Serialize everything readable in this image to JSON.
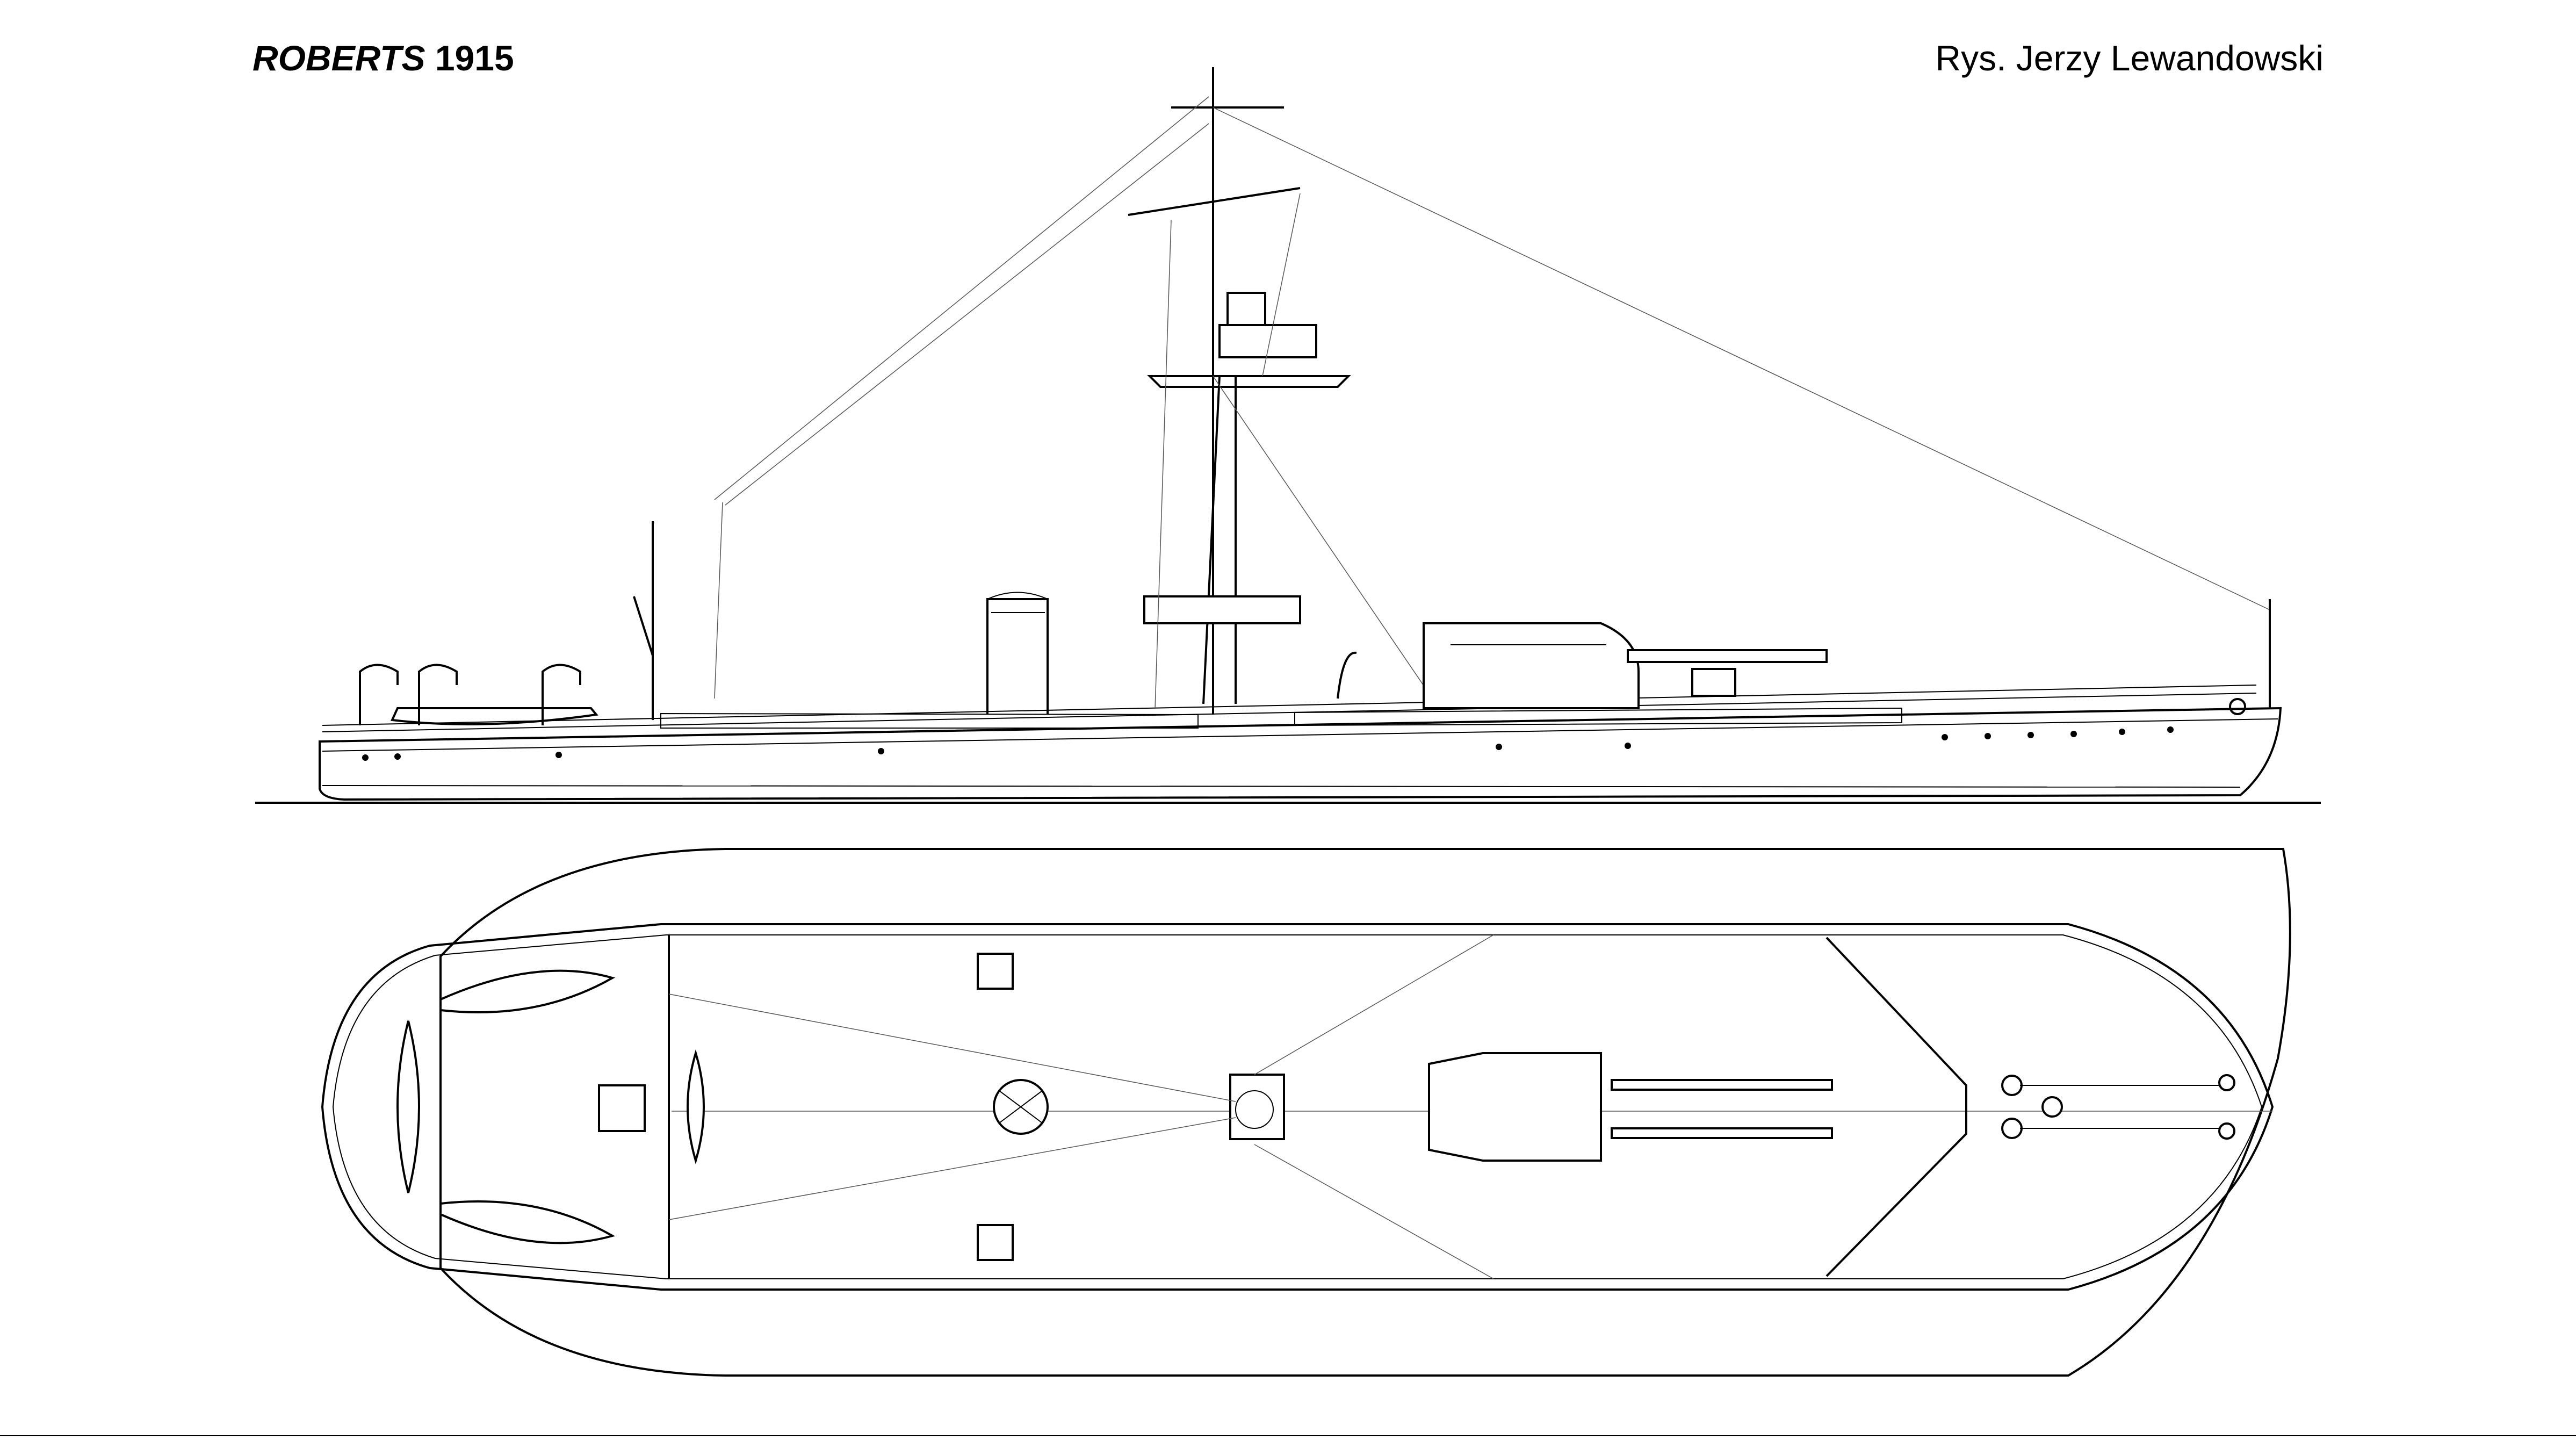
{
  "header": {
    "ship_name": "ROBERTS",
    "year": "1915",
    "credit": "Rys. Jerzy Lewandowski"
  }
}
